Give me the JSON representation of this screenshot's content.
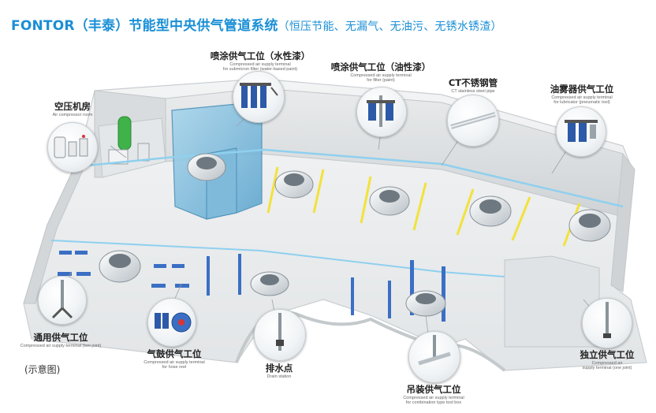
{
  "title": {
    "main": "FONTOR（丰泰）节能型中央供气管道系统",
    "sub": "（恒压节能、无漏气、无油污、无锈水锈渣）"
  },
  "note": "(示意图)",
  "callouts": {
    "compressor_room": {
      "cn": "空压机房",
      "en": "Air compressor room"
    },
    "spray_water": {
      "cn": "喷涂供气工位（水性漆）",
      "en1": "Compressed air supply terminal",
      "en2": "for submicron filter (water-based paint)"
    },
    "spray_oil": {
      "cn": "喷涂供气工位（油性漆）",
      "en1": "Compressed air supply terminal",
      "en2": "for filter (paint)"
    },
    "ct_pipe": {
      "cn": "CT不锈钢管",
      "en": "CT stainless steel pipe"
    },
    "lubricator": {
      "cn": "油雾器供气工位",
      "en1": "Compressed air supply terminal",
      "en2": "for lubricator (pneumatic tool)"
    },
    "general": {
      "cn": "通用供气工位",
      "en": "Compressed air supply terminal (two joint)"
    },
    "hose_reel": {
      "cn": "气鼓供气工位",
      "en1": "Compressed air supply terminal",
      "en2": "for hose reel"
    },
    "drain": {
      "cn": "排水点",
      "en": "Drain station"
    },
    "hoist": {
      "cn": "吊装供气工位",
      "en1": "Compressed air supply terminal",
      "en2": "for combination type tool box"
    },
    "independent": {
      "cn": "独立供气工位",
      "en1": "Compressed air",
      "en2": "supply terminal (one joint)"
    }
  },
  "colors": {
    "title": "#1a8fd6",
    "pipe": "#8fd0ee",
    "floor": "#eceeef",
    "wall": "#dfe2e4",
    "parking_line": "#f3e23a",
    "booth": "#8cc4e0",
    "lift": "#3a6fc4"
  }
}
